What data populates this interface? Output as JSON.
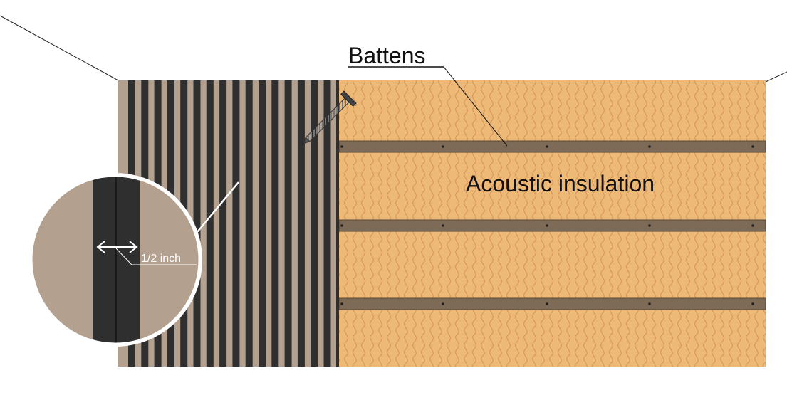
{
  "labels": {
    "battens": "Battens",
    "insulation": "Acoustic insulation",
    "gap": "1/2 inch"
  },
  "colors": {
    "slat": "#b3a08e",
    "gap": "#2f2f2f",
    "insulation": "#edb977",
    "insulation_wave": "#d08a52",
    "batten": "#7d6a57",
    "background": "#ffffff"
  },
  "icons": {
    "screw": "screw-icon",
    "arrow": "double-arrow-icon"
  }
}
